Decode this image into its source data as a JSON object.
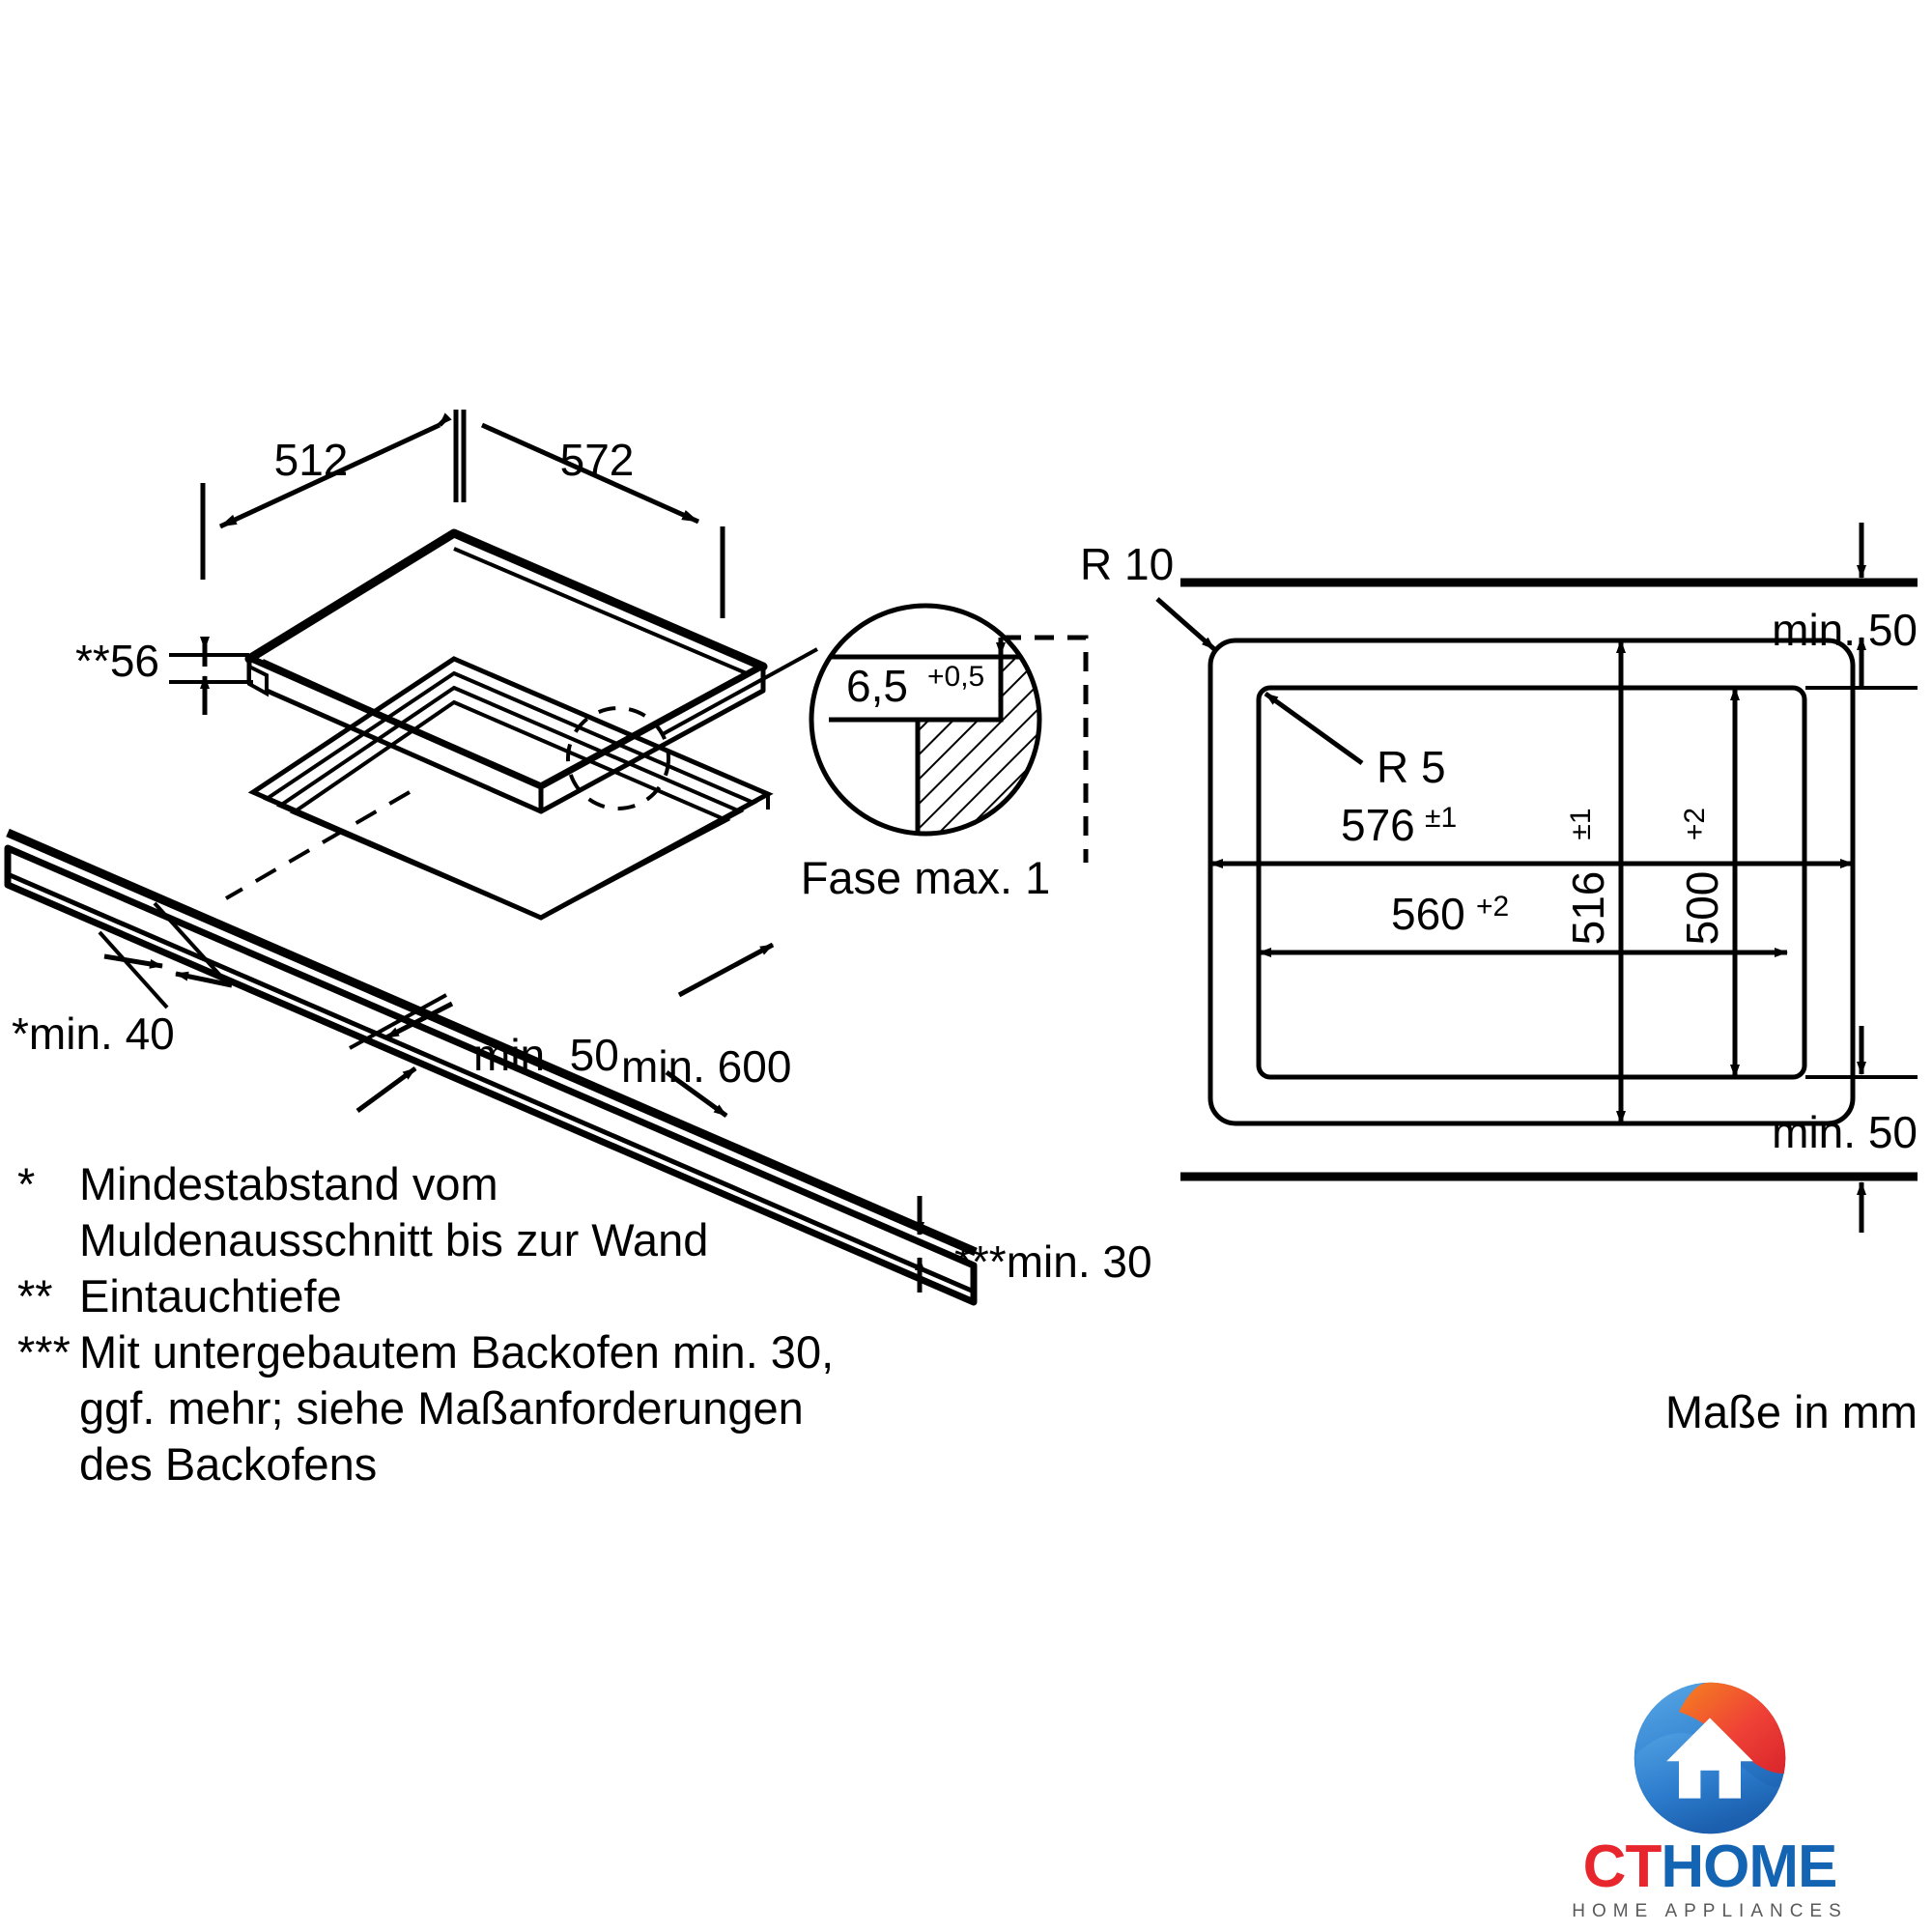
{
  "document": {
    "type": "installation-dimension-drawing",
    "units_note": "Maße in mm"
  },
  "hob_view": {
    "width_label": "572",
    "depth_label": "512",
    "height_label": "**56"
  },
  "detail_circle": {
    "thickness_value": "6,5",
    "thickness_tolerance": "+0,5",
    "caption": "Fase max. 1"
  },
  "worktop_view": {
    "min_wall_distance": "*min. 40",
    "min_rear_distance": "min. 50",
    "min_worktop_depth": "min. 600",
    "min_below_depth": "***min. 30"
  },
  "cutout_view": {
    "radius_outer": "R 10",
    "radius_inner": "R 5",
    "width_outer": "576",
    "width_outer_tol": "±1",
    "width_inner": "560",
    "width_inner_tol": "+2",
    "height_outer": "516",
    "height_outer_tol": "±1",
    "height_inner": "500",
    "height_inner_tol": "+2",
    "min_top": "min. 50",
    "min_bottom": "min. 50"
  },
  "footnotes": [
    {
      "marker": "*",
      "line1": "Mindestabstand vom",
      "line2": "Muldenausschnitt bis zur Wand"
    },
    {
      "marker": "**",
      "line1": "Eintauchtiefe",
      "line2": ""
    },
    {
      "marker": "***",
      "line1": "Mit untergebautem Backofen min. 30,",
      "line2": "ggf. mehr; siehe Maßanforderungen",
      "line3": "des Backofens"
    }
  ],
  "units_note": "Maße in mm",
  "logo": {
    "brand_first": "CT",
    "brand_second": "HOME",
    "tagline": "HOME APPLIANCES",
    "color_red": "#e8262d",
    "color_blue": "#1464b4",
    "color_orange": "#f05a28",
    "color_lightblue": "#4a9ddb",
    "tagline_color": "#58595b",
    "icon": "house-in-circle-logo"
  }
}
